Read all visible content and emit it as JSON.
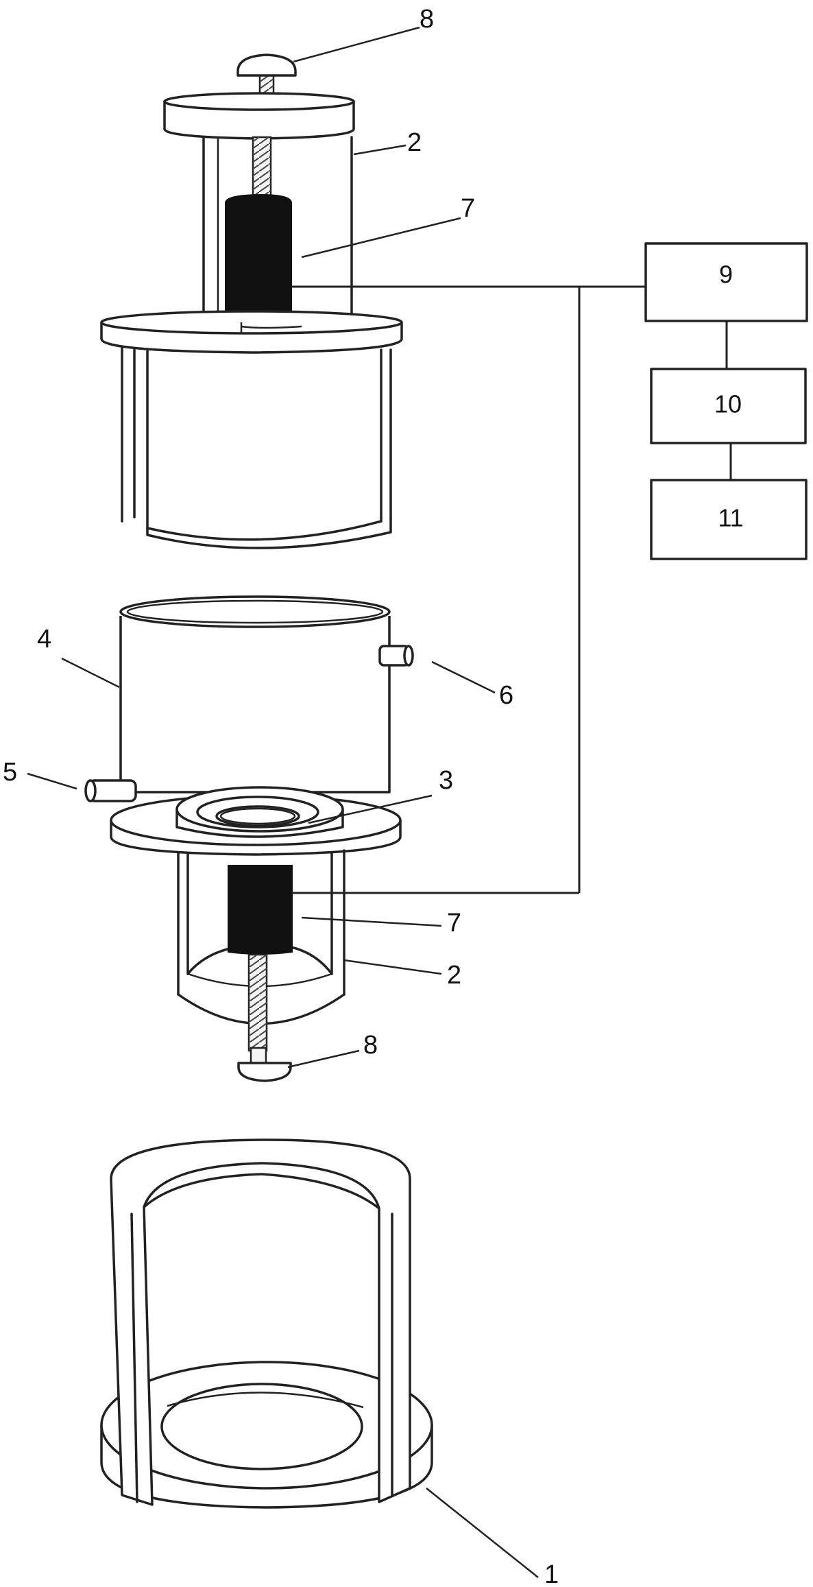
{
  "labels": {
    "l8_top": "8",
    "l2_top": "2",
    "l7_top": "7",
    "l4": "4",
    "l6": "6",
    "l5": "5",
    "l3": "3",
    "l7_bottom": "7",
    "l2_bottom": "2",
    "l8_bottom": "8",
    "l1": "1"
  },
  "boxes": {
    "b9": "9",
    "b10": "10",
    "b11": "11"
  }
}
